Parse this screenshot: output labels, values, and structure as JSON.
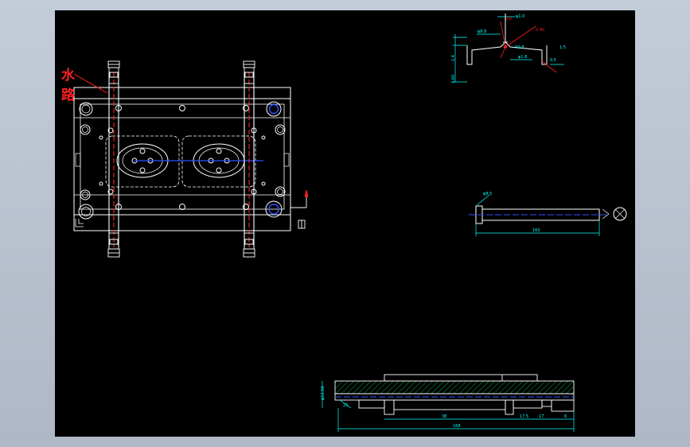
{
  "colors": {
    "background": "#aeb8c6",
    "canvas": "#000000",
    "line": "#ffffff",
    "water": "#ff2020",
    "dim": "#00ffff",
    "center": "#3050ff",
    "hatch": "#00aa40",
    "annotation": "#ff0000"
  },
  "labels": {
    "water_char1": "水",
    "water_char2": "路"
  },
  "dims": {
    "shaft_length": "168",
    "shaft_mid": "38",
    "shaft_seg_a": "17.5",
    "shaft_seg_b": "17",
    "shaft_seg_c": "6",
    "shaft_height": "φ12.50",
    "shaft_step": "25",
    "pin_length": "160",
    "pin_head": "φ8.5",
    "top_dim_1": "φ1.0",
    "top_dim_2": "φ8.8",
    "top_dim_3": "R0.8",
    "top_dim_4": "φ1.8",
    "top_dim_5": "0.5",
    "top_dim_6": "1.5",
    "top_dim_7": "1.4",
    "top_dim_8": "0.8",
    "top_dim_9": "3.60",
    "top_dim_10": "3.40"
  }
}
